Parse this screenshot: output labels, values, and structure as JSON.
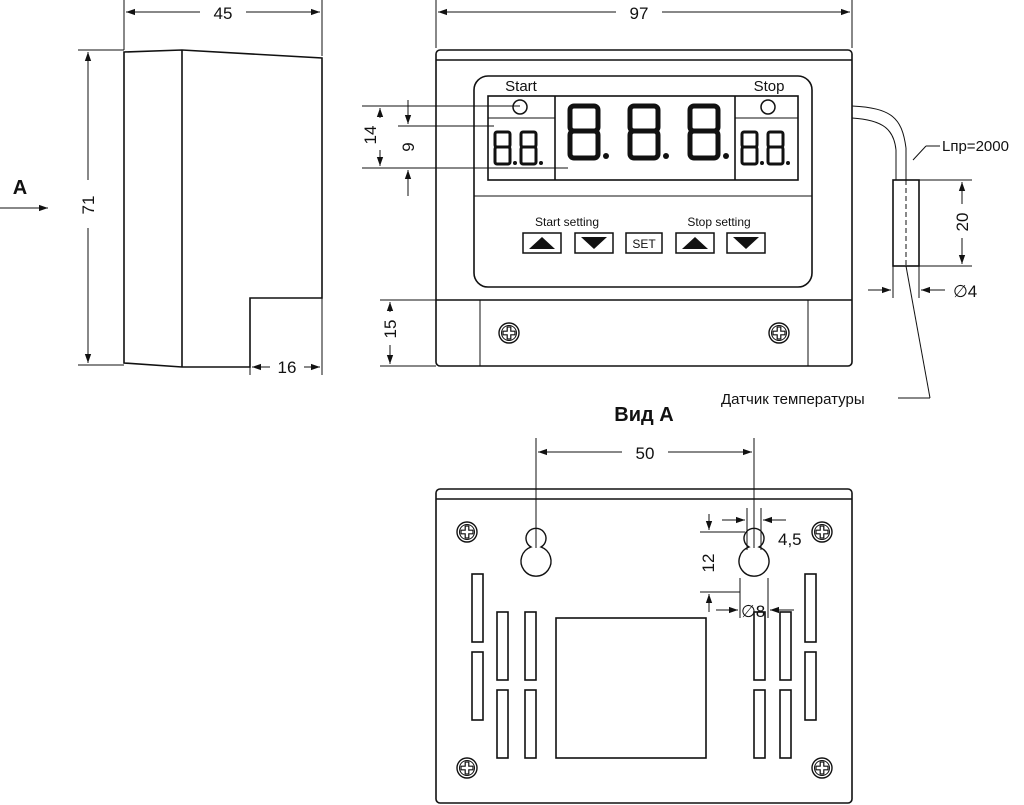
{
  "labels": {
    "view_arrow": "A",
    "start": "Start",
    "stop": "Stop",
    "start_setting": "Start setting",
    "stop_setting": "Stop setting",
    "set_button": "SET",
    "sensor": "Датчик температуры",
    "cable_length": "Lпр=2000",
    "view_title": "Вид А"
  },
  "dimensions": {
    "side_width": "45",
    "side_height": "71",
    "side_step": "16",
    "front_width": "97",
    "display_height": "14",
    "digit_height": "9",
    "lower_panel_height": "15",
    "probe_length": "20",
    "probe_diameter": "∅4",
    "hole_spacing": "50",
    "slot_width": "4,5",
    "slot_height": "12",
    "hole_diameter": "∅8"
  },
  "icons": {
    "up": "triangle-up-icon",
    "down": "triangle-down-icon",
    "screw": "screw-head-icon",
    "led": "indicator-led-icon"
  }
}
